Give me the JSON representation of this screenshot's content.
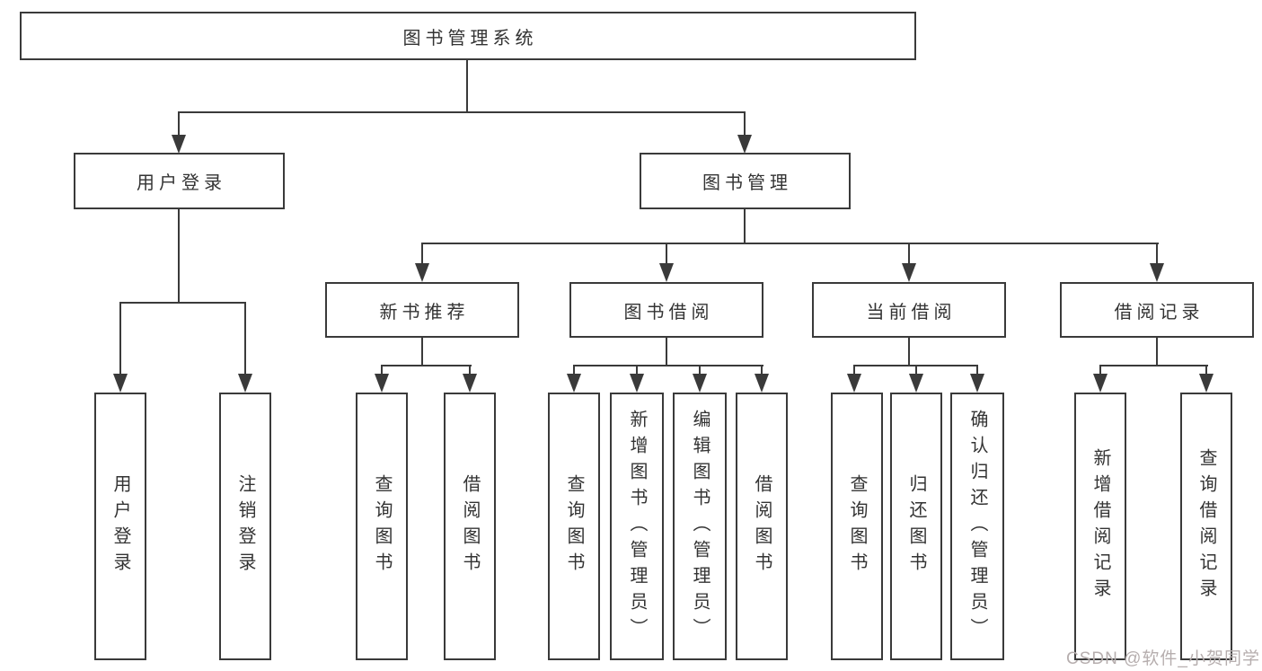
{
  "tree": {
    "root": {
      "label": "图书管理系统"
    },
    "branches": [
      {
        "label": "用户登录",
        "children": [
          {
            "label": "用户登录"
          },
          {
            "label": "注销登录"
          }
        ]
      },
      {
        "label": "图书管理",
        "groups": [
          {
            "label": "新书推荐",
            "children": [
              {
                "label": "查询图书"
              },
              {
                "label": "借阅图书"
              }
            ]
          },
          {
            "label": "图书借阅",
            "children": [
              {
                "label": "查询图书"
              },
              {
                "label": "新增图书（管理员）"
              },
              {
                "label": "编辑图书（管理员）"
              },
              {
                "label": "借阅图书"
              }
            ]
          },
          {
            "label": "当前借阅",
            "children": [
              {
                "label": "查询图书"
              },
              {
                "label": "归还图书"
              },
              {
                "label": "确认归还（管理员）"
              }
            ]
          },
          {
            "label": "借阅记录",
            "children": [
              {
                "label": "新增借阅记录"
              },
              {
                "label": "查询借阅记录"
              }
            ]
          }
        ]
      }
    ]
  },
  "watermark": {
    "text": "CSDN @软件_小贺同学"
  },
  "colors": {
    "line": "#3a3a3a",
    "box_border": "#3a3a3a",
    "text": "#333333",
    "background": "#ffffff",
    "watermark": "#b6aeae"
  }
}
